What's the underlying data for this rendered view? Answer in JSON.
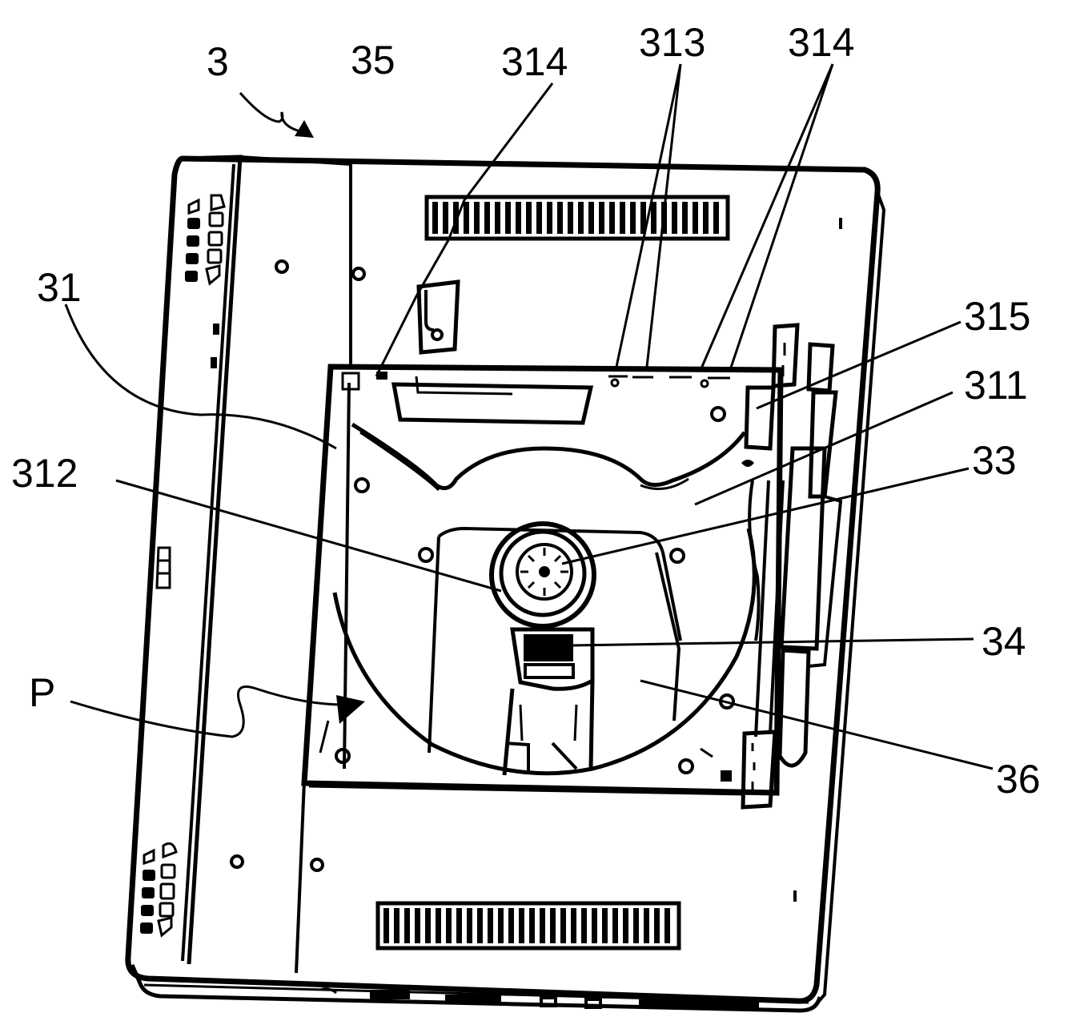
{
  "figure": {
    "labels": {
      "device": "3",
      "cover": "35",
      "latch_left": "314",
      "slots": "313",
      "latch_right": "314",
      "frame": "31",
      "pad": "315",
      "plate": "311",
      "motor": "33",
      "hub": "312",
      "pickup": "34",
      "disc_area": "P",
      "tray": "36"
    }
  }
}
